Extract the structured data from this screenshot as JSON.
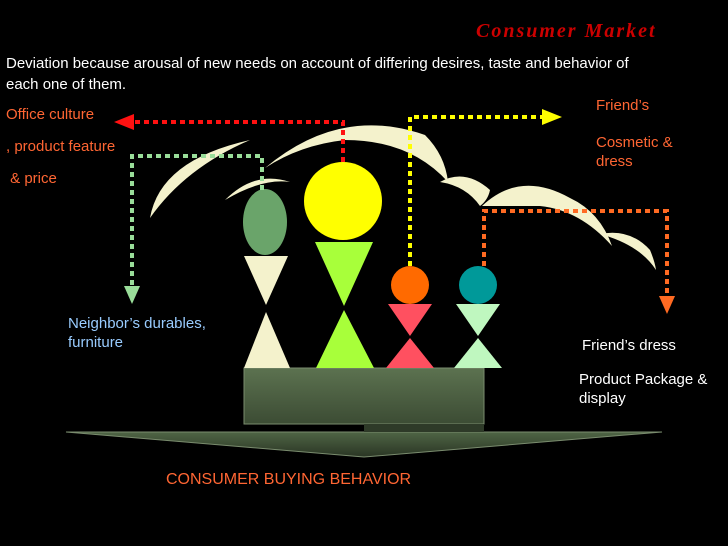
{
  "title": "Consumer Market",
  "intro": "Deviation because arousal of new needs on account of differing desires, taste and behavior of each one of them.",
  "labels": {
    "office_culture": "Office culture",
    "product_feature": ", product feature",
    "price": " & price",
    "friends": "Friend’s",
    "cosmetic_dress": "Cosmetic & dress",
    "neighbor": "Neighbor’s durables, furniture",
    "friends_dress": "Friend’s dress",
    "product_package": "Product Package & display",
    "consumer_behavior": "CONSUMER BUYING BEHAVIOR"
  },
  "colors": {
    "background": "#000000",
    "title": "#cc0000",
    "intro_text": "#ffffff",
    "orange_label": "#ff6633",
    "green_label": "#99ccff",
    "white_label": "#ffffff",
    "red_arrow": "#ff1111",
    "yellow_arrow": "#ffff00",
    "green_arrow": "#99dd99",
    "orange_arrow": "#ff6a22",
    "figure_green": "#6aa46a",
    "figure_yellow": "#ffff00",
    "figure_orange": "#ff6a00",
    "figure_teal": "#009999",
    "cream": "#f4f2cc",
    "lime": "#a8ff3a",
    "pink_red": "#ff5060",
    "pale_green": "#bff7bf",
    "platform": "#556b4a"
  }
}
